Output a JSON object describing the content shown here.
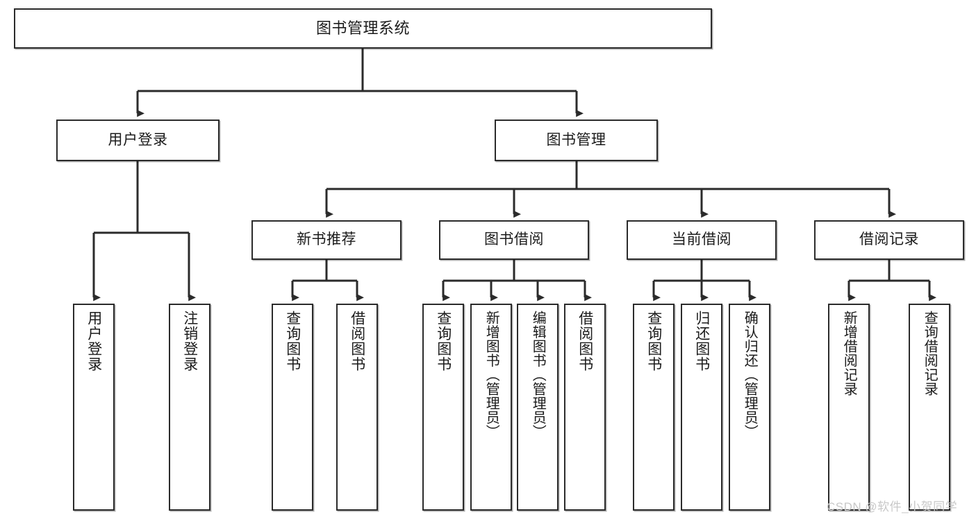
{
  "diagram": {
    "title": "图书管理系统",
    "type": "tree-hierarchy-diagram",
    "watermark": "CSDN @软件_小贺同学",
    "colors": {
      "background": "#ffffff",
      "box_border": "#2b2b2b",
      "box_fill": "#ffffff",
      "edge": "#2b2b2b",
      "text": "#1b1b1b",
      "watermark": "#c8c8c8"
    },
    "levels": {
      "level1": [
        "图书管理系统"
      ],
      "level2": [
        "用户登录",
        "图书管理"
      ],
      "level3": [
        "新书推荐",
        "图书借阅",
        "当前借阅",
        "借阅记录"
      ]
    },
    "nodes": {
      "root": "图书管理系统",
      "user_login": "用户登录",
      "book_manage": "图书管理",
      "new_book_recommend": "新书推荐",
      "book_borrow": "图书借阅",
      "current_borrow": "当前借阅",
      "borrow_record": "借阅记录",
      "leaf_user_login": "用户登录",
      "leaf_user_logout": "注销登录",
      "leaf_rec_query": "查询图书",
      "leaf_rec_borrow": "借阅图书",
      "leaf_borrow_query": "查询图书",
      "leaf_borrow_add": "新增图书（管理员）",
      "leaf_borrow_edit": "编辑图书（管理员）",
      "leaf_borrow_lend": "借阅图书",
      "leaf_current_query": "查询图书",
      "leaf_current_return": "归还图书",
      "leaf_current_confirm": "确认归还（管理员）",
      "leaf_record_add": "新增借阅记录",
      "leaf_record_query": "查询借阅记录"
    },
    "edges": [
      {
        "from": "图书管理系统",
        "to": "用户登录"
      },
      {
        "from": "图书管理系统",
        "to": "图书管理"
      },
      {
        "from": "用户登录",
        "to": "用户登录"
      },
      {
        "from": "用户登录",
        "to": "注销登录"
      },
      {
        "from": "图书管理",
        "to": "新书推荐"
      },
      {
        "from": "图书管理",
        "to": "图书借阅"
      },
      {
        "from": "图书管理",
        "to": "当前借阅"
      },
      {
        "from": "图书管理",
        "to": "借阅记录"
      },
      {
        "from": "新书推荐",
        "to": "查询图书"
      },
      {
        "from": "新书推荐",
        "to": "借阅图书"
      },
      {
        "from": "图书借阅",
        "to": "查询图书"
      },
      {
        "from": "图书借阅",
        "to": "新增图书（管理员）"
      },
      {
        "from": "图书借阅",
        "to": "编辑图书（管理员）"
      },
      {
        "from": "图书借阅",
        "to": "借阅图书"
      },
      {
        "from": "当前借阅",
        "to": "查询图书"
      },
      {
        "from": "当前借阅",
        "to": "归还图书"
      },
      {
        "from": "当前借阅",
        "to": "确认归还（管理员）"
      },
      {
        "from": "借阅记录",
        "to": "新增借阅记录"
      },
      {
        "from": "借阅记录",
        "to": "查询借阅记录"
      }
    ]
  }
}
